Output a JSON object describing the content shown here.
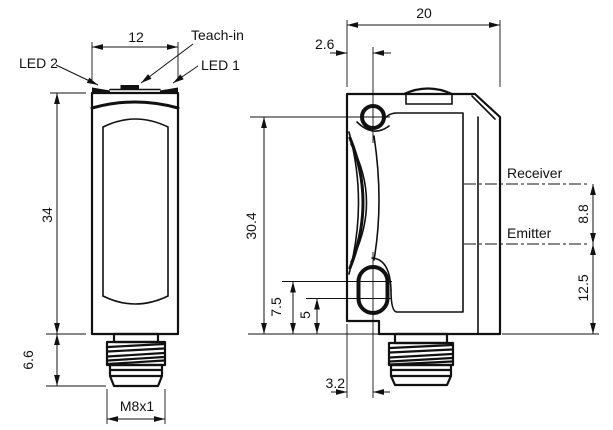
{
  "front_view": {
    "dim_width": "12",
    "dim_height": "34",
    "dim_connector": "6.6",
    "thread_label": "M8x1",
    "label_teach": "Teach-in",
    "label_led2": "LED 2",
    "label_led1": "LED 1"
  },
  "side_view": {
    "dim_depth": "20",
    "dim_hole_offset": "2.6",
    "dim_hole_height": "30.4",
    "dim_slot_upper": "7.5",
    "dim_slot_lower": "5",
    "dim_slot_offset": "3.2",
    "dim_beam_gap": "8.8",
    "dim_emitter_height": "12.5",
    "label_receiver": "Receiver",
    "label_emitter": "Emitter"
  },
  "colors": {
    "line": "#111111",
    "background": "#ffffff"
  }
}
